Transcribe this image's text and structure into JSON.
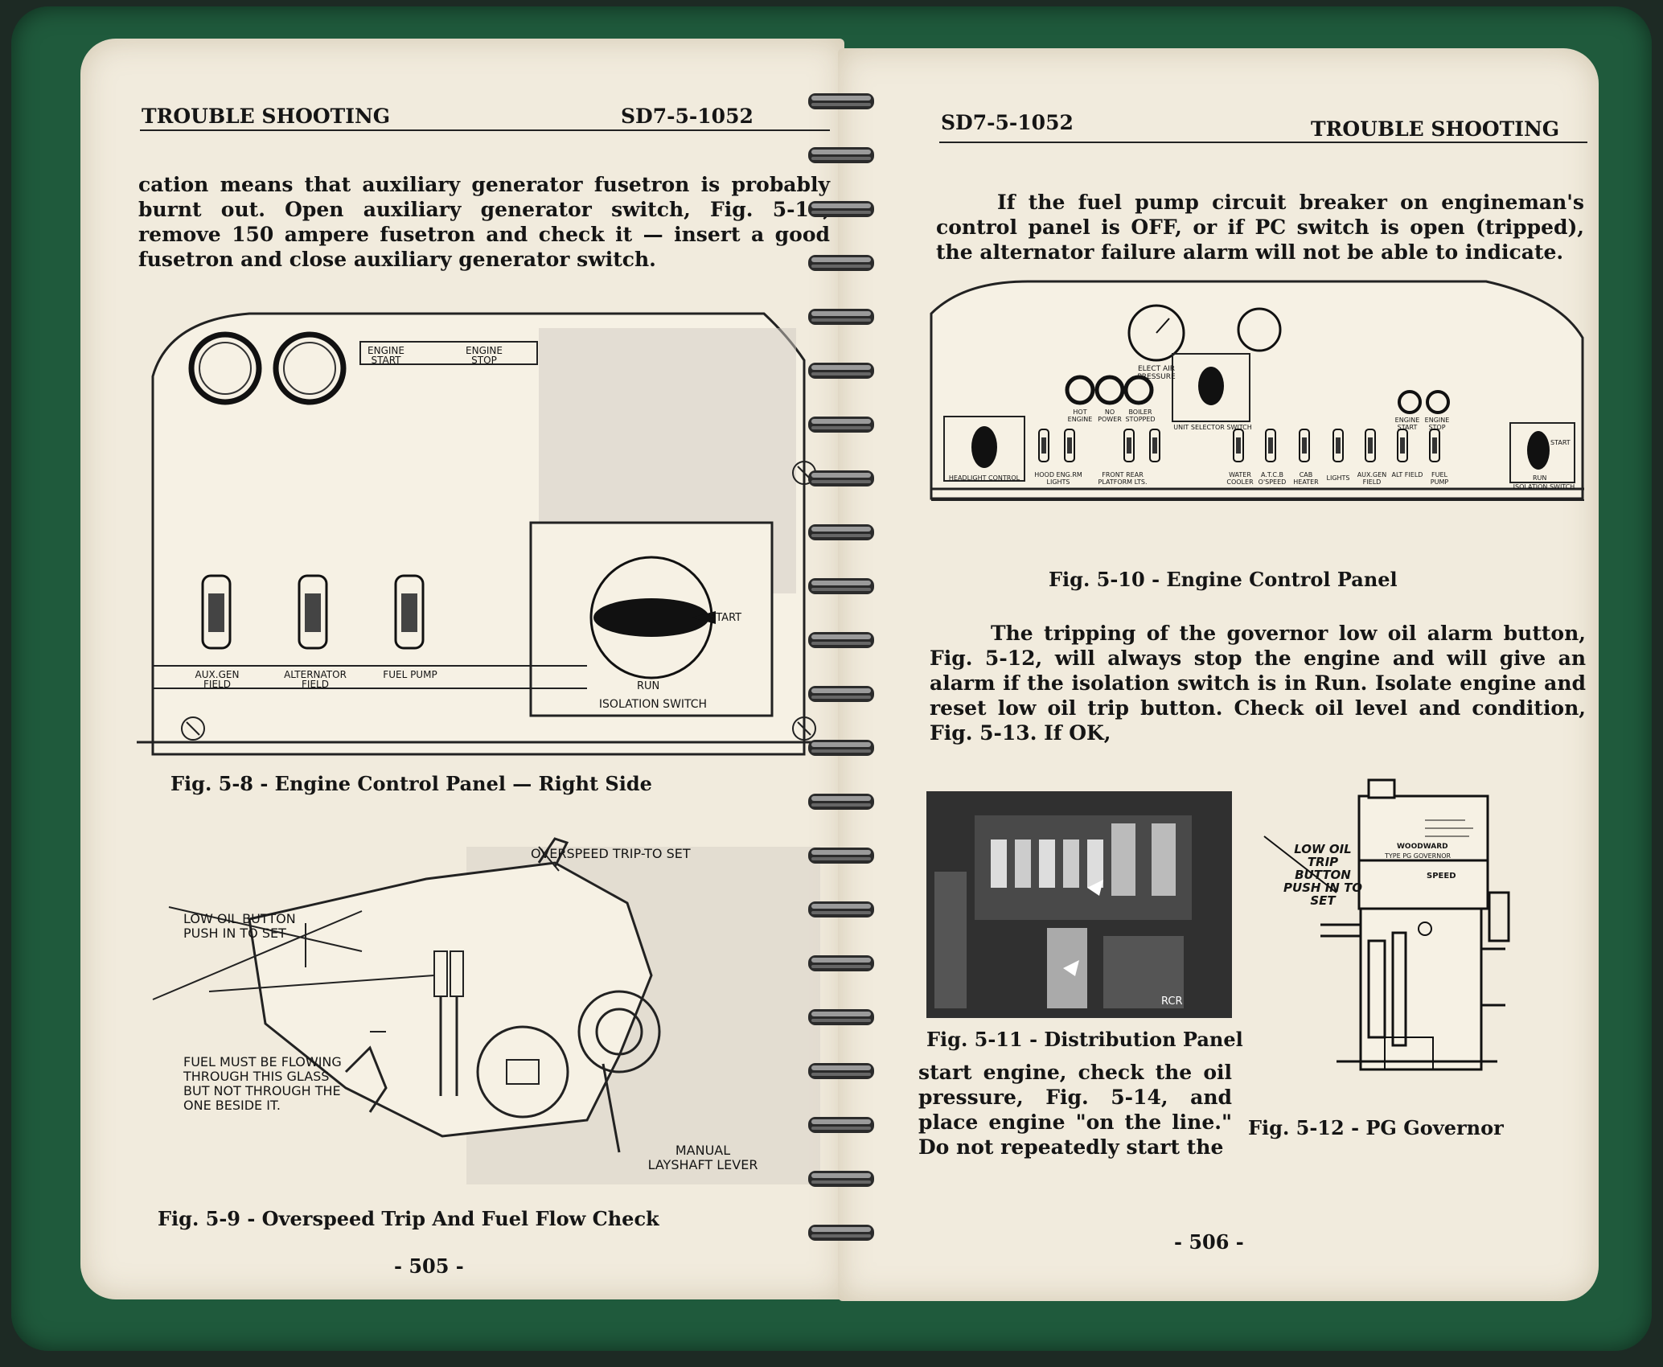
{
  "left_page": {
    "header_left": "TROUBLE SHOOTING",
    "header_right": "SD7-5-1052",
    "paragraph": "cation means that auxiliary generator fusetron is probably burnt out. Open auxiliary generator switch, Fig. 5-11, remove 150 ampere fusetron and check it — insert a good fusetron and close auxiliary generator switch.",
    "fig8": {
      "labels": {
        "engine_start": "ENGINE START",
        "engine_stop": "ENGINE STOP",
        "aux_gen_field": "AUX.GEN FIELD",
        "alternator_field": "ALTERNATOR FIELD",
        "fuel_pump": "FUEL PUMP",
        "start": "START",
        "run": "RUN",
        "isolation_switch": "ISOLATION SWITCH"
      },
      "caption": "Fig. 5-8 - Engine Control Panel — Right Side"
    },
    "fig9": {
      "labels": {
        "overspeed_trip": "OVERSPEED TRIP-TO SET",
        "low_oil_button": "LOW OIL BUTTON PUSH IN TO SET",
        "fuel_must_be": "FUEL MUST BE FLOWING THROUGH THIS GLASS BUT NOT THROUGH THE ONE BESIDE IT.",
        "manual_layshaft": "MANUAL LAYSHAFT LEVER"
      },
      "caption": "Fig. 5-9 - Overspeed Trip And Fuel Flow Check"
    },
    "page_number": "- 505 -"
  },
  "right_page": {
    "header_left": "SD7-5-1052",
    "header_right": "TROUBLE SHOOTING",
    "paragraph_1": "If the fuel pump circuit breaker on engineman's control panel is OFF, or if PC switch is open (tripped), the alternator failure alarm will not be able to indicate.",
    "fig10": {
      "labels": {
        "elect_air_pressure": "ELECT AIR PRESSURE",
        "hot_engine": "HOT ENGINE",
        "no_power": "NO POWER",
        "boiler_stopped": "BOILER STOPPED",
        "unit_selector_switch": "UNIT SELECTOR SWITCH",
        "engine_start": "ENGINE START",
        "engine_stop": "ENGINE STOP",
        "headlight_control": "HEADLIGHT CONTROL",
        "hood_eng_rm_lights": "HOOD ENG.RM LIGHTS",
        "front_rear_platform": "FRONT REAR PLATFORM LTS.",
        "water_cooler": "WATER COOLER",
        "atcb_o_speed": "A.T.C.B O'SPEED",
        "cab_heater": "CAB HEATER",
        "lights": "LIGHTS",
        "aux_gen_field": "AUX.GEN FIELD",
        "alt_field": "ALT FIELD",
        "fuel_pump": "FUEL PUMP",
        "start": "START",
        "run": "RUN",
        "isolation_switch": "ISOLATION SWITCH"
      },
      "caption": "Fig. 5-10 - Engine Control Panel"
    },
    "paragraph_2": "The tripping of the governor low oil alarm button, Fig. 5-12, will always stop the engine and will give an alarm if the isolation switch is in Run. Isolate engine and reset low oil trip button. Check oil level and condition, Fig. 5-13. If OK,",
    "fig11": {
      "labels": {
        "rcr": "RCR"
      },
      "caption": "Fig. 5-11 - Distribution Panel"
    },
    "paragraph_3": "start engine, check the oil pressure, Fig. 5-14, and place engine \"on the line.\" Do not repeatedly start the",
    "fig12": {
      "labels": {
        "low_oil_trip": "LOW OIL TRIP BUTTON PUSH IN TO SET",
        "woodward": "WOODWARD",
        "type_pg": "TYPE PG GOVERNOR",
        "speed": "SPEED"
      },
      "caption": "Fig. 5-12 - PG Governor"
    },
    "page_number": "- 506 -"
  }
}
